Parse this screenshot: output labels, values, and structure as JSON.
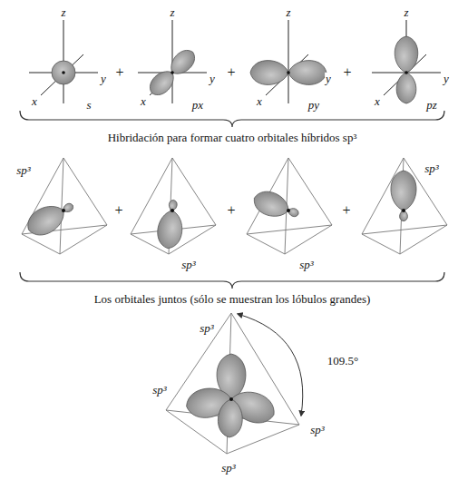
{
  "diagram": {
    "labels": [
      "z",
      "y",
      "x",
      "s",
      "+",
      "z",
      "y",
      "x",
      "px",
      "+",
      "z",
      "y",
      "x",
      "py",
      "+",
      "z",
      "y",
      "x",
      "pz",
      "Hibridación para formar cuatro orbitales híbridos sp³",
      "sp³",
      "+",
      "sp³",
      "+",
      "sp³",
      "+",
      "sp³",
      "Los orbitales juntos (sólo se muestran los lóbulos grandes)",
      "sp³",
      "109.5°",
      "sp³",
      "sp³",
      "sp³"
    ]
  }
}
